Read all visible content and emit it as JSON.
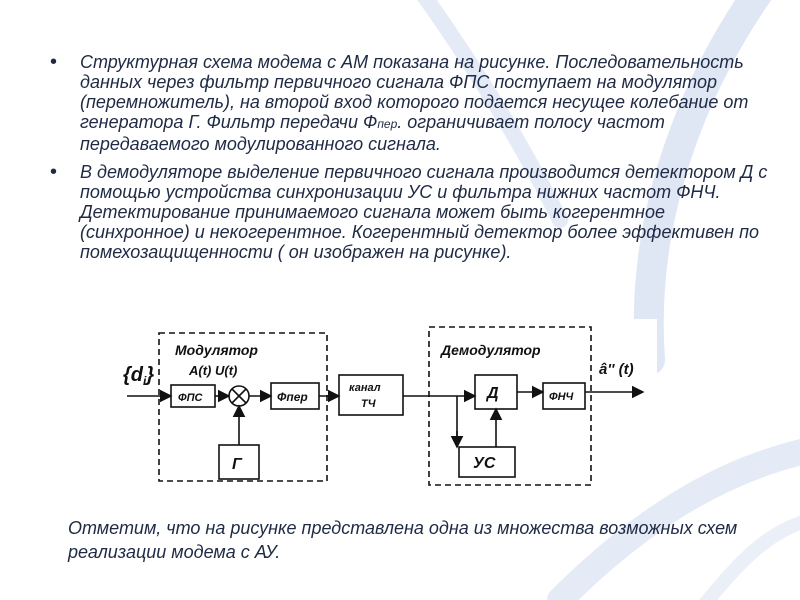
{
  "bullets": [
    "Структурная схема модема с АМ показана на рисунке. Последовательность данных  через фильтр первичного сигнала ФПС поступает на модулятор (перемножитель), на второй вход которого подается несущее колебание от генератора Г. Фильтр передачи Ф",
    "В демодуляторе выделение первичного сигнала производится детектором Д с помощью устройства синхронизации УС и фильтра нижних частот ФНЧ. Детектирование принимаемого сигнала может быть когерентное (синхронное) и некогерентное. Когерентный детектор более эффективен по помехозащищенности ( он изображен на рисунке)."
  ],
  "bullet1_sub": "пер",
  "bullet1_tail": ". ограничивает полосу частот передаваемого модулированного сигнала.",
  "diagram": {
    "input_label": "{d",
    "input_sub": "i",
    "input_brace": "}",
    "modulator_title": "Модулятор",
    "modulator_signals": "A(t) U(t)",
    "fps": "ФПС",
    "f_per": "Фпер",
    "g": "Г",
    "channel_line1": "канал",
    "channel_line2": "ТЧ",
    "demodulator_title": "Демодулятор",
    "d": "Д",
    "fnch": "ФНЧ",
    "us": "УС",
    "output_label": "â'' (t)"
  },
  "footnote": "Отметим, что на рисунке представлена одна из множества возможных схем реализации модема с АУ.",
  "colors": {
    "text": "#1f2a44",
    "deco": "#c5d3ec"
  }
}
